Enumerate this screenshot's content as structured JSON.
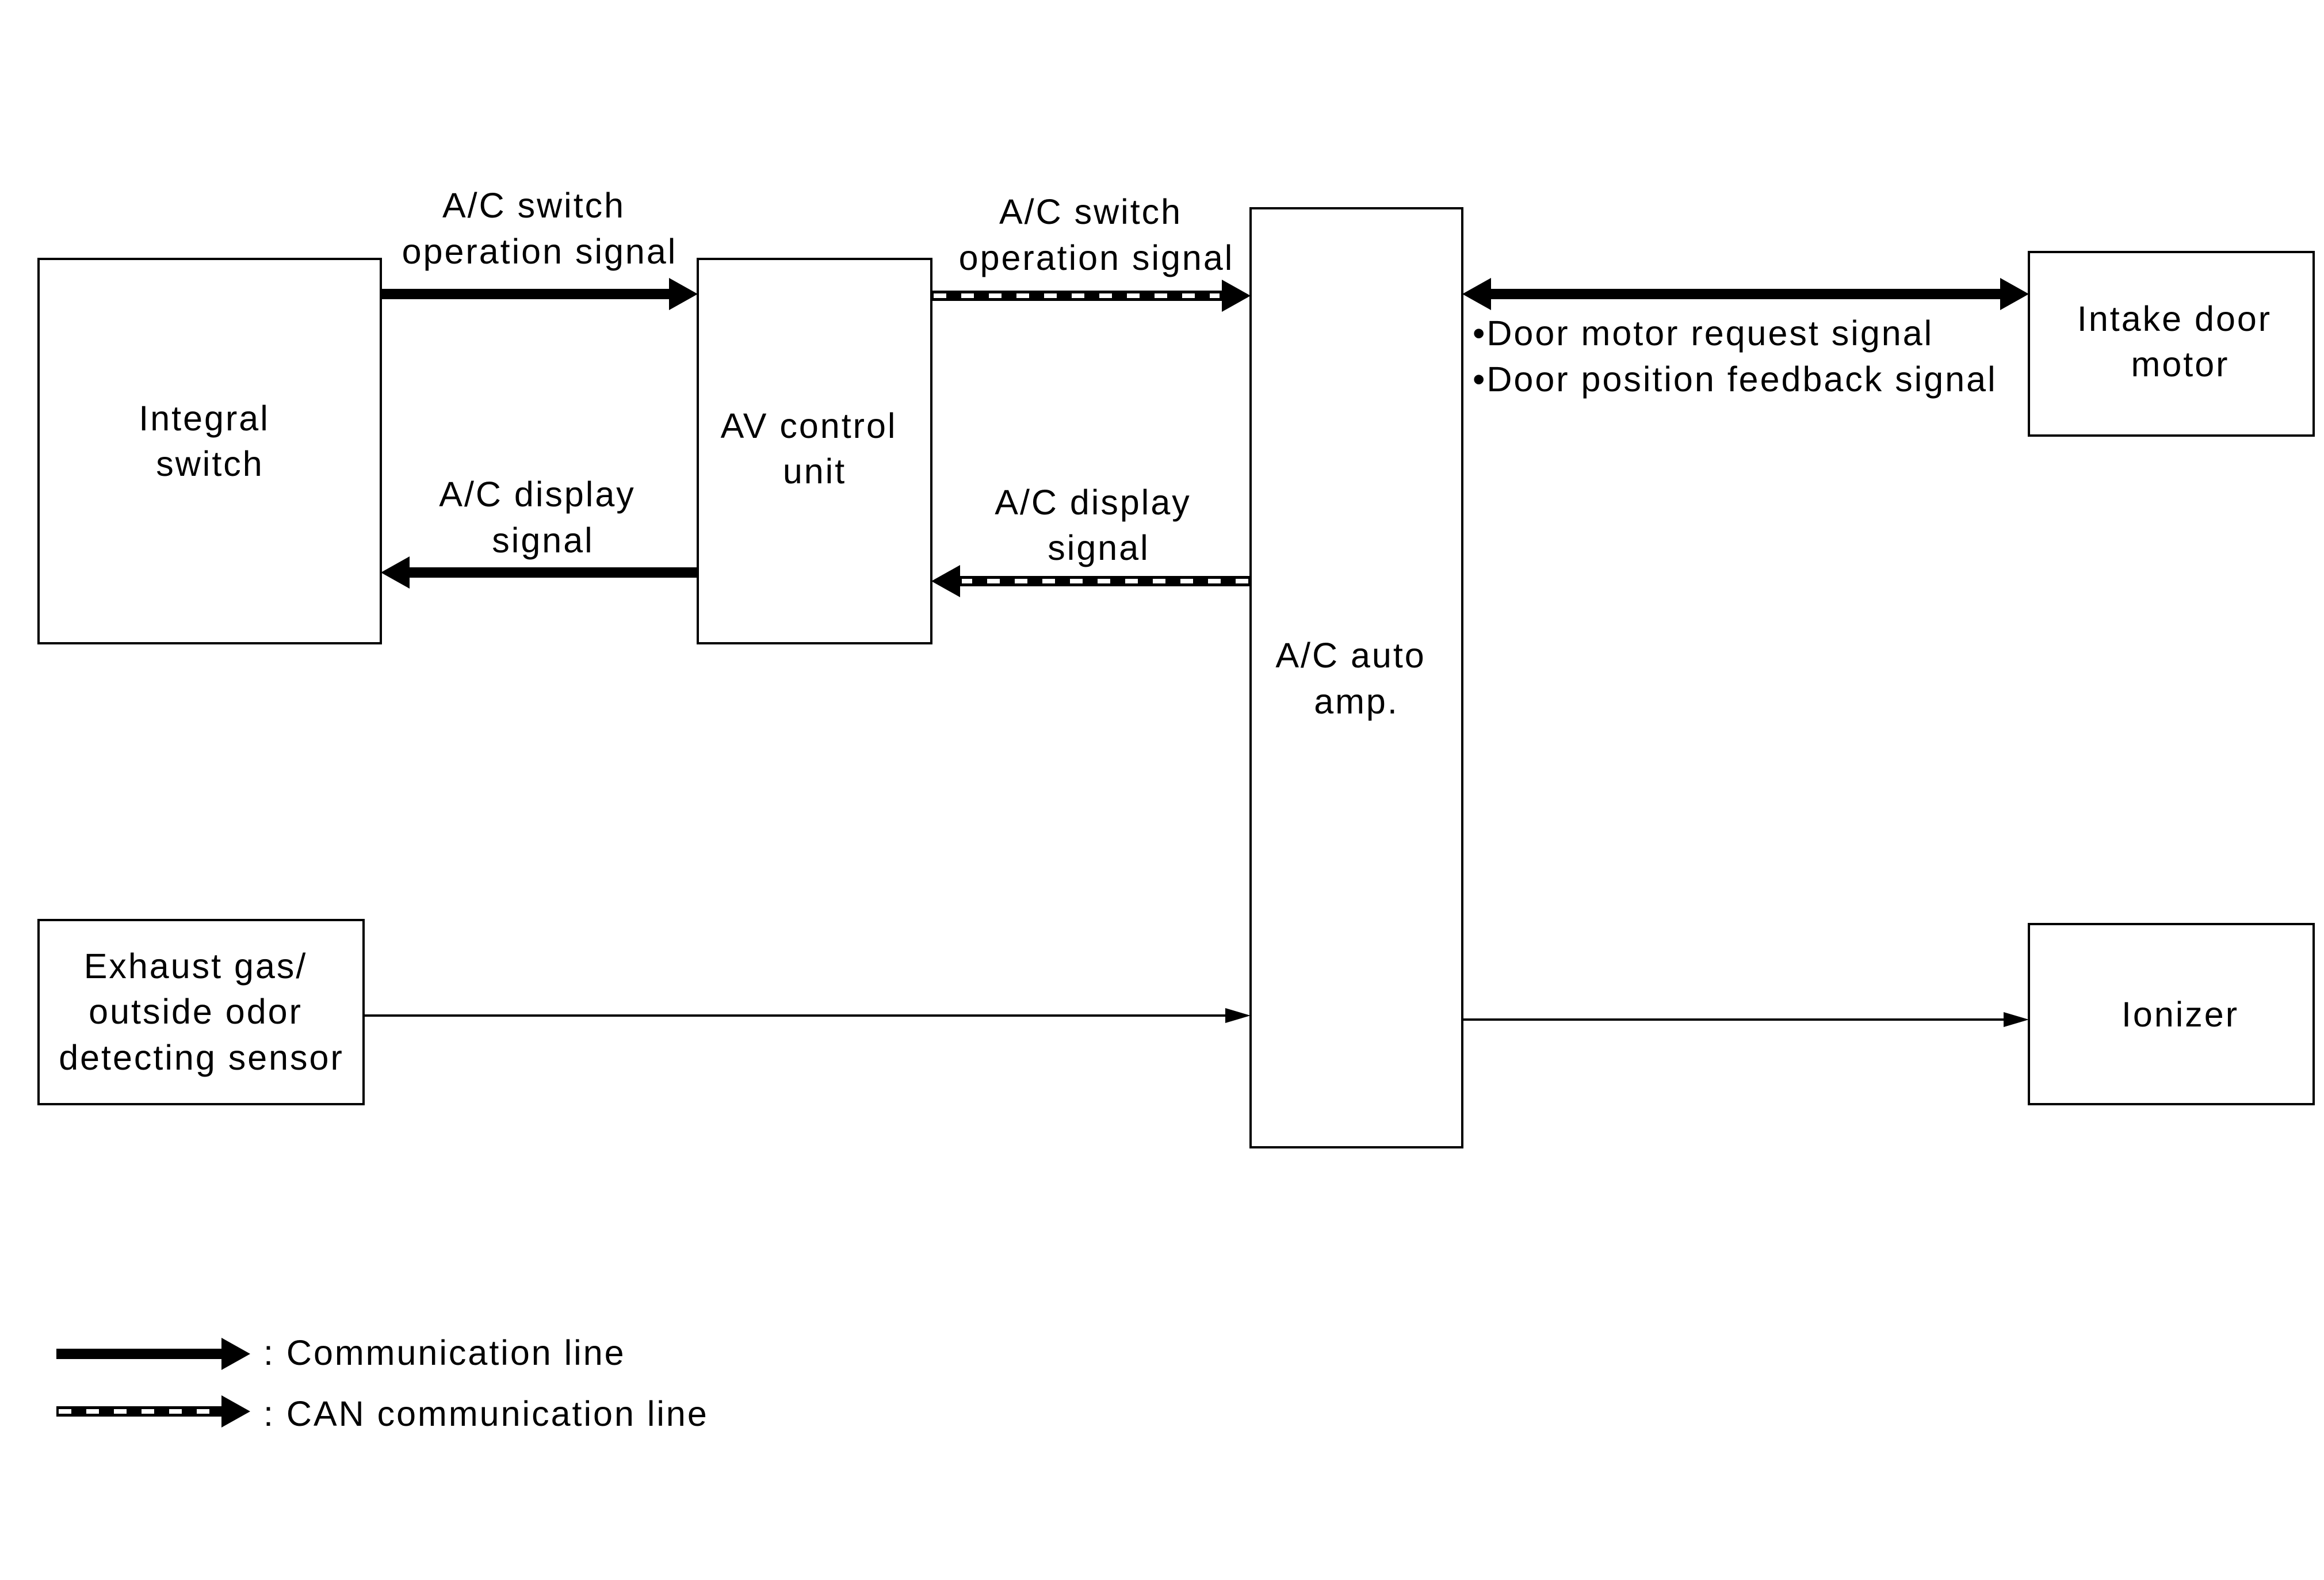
{
  "blocks": {
    "integral_switch": [
      "Integral",
      "switch"
    ],
    "av_control_unit": [
      "AV control",
      "unit"
    ],
    "ac_auto_amp": [
      "A/C auto",
      "amp."
    ],
    "intake_door_motor": [
      "Intake door",
      "motor"
    ],
    "exhaust_gas_sensor": [
      "Exhaust gas/",
      "outside odor",
      "detecting sensor"
    ],
    "ionizer": [
      "Ionizer"
    ]
  },
  "signals": {
    "switch_to_av": [
      "A/C switch",
      "operation signal"
    ],
    "av_to_switch": [
      "A/C display",
      "signal"
    ],
    "av_to_amp": [
      "A/C switch",
      "operation signal"
    ],
    "amp_to_av": [
      "A/C display",
      "signal"
    ],
    "amp_intake": [
      "•Door motor request signal",
      "•Door position feedback signal"
    ]
  },
  "legend": {
    "communication": ": Communication line",
    "can_communication": ": CAN communication line"
  }
}
